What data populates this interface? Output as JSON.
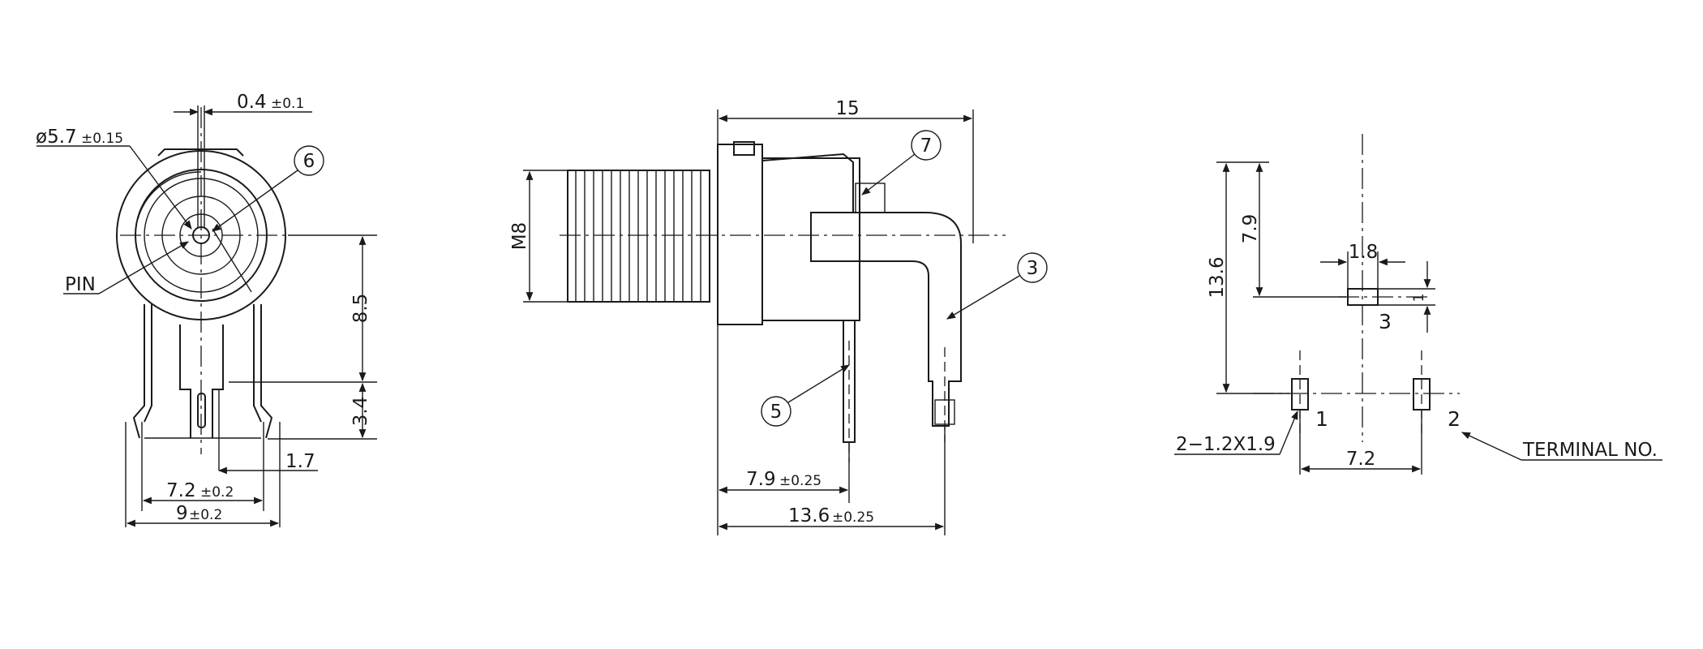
{
  "front_view": {
    "dim_gap": "0.4",
    "dim_gap_tol": "±0.1",
    "dim_diameter": "ø5.7",
    "dim_diameter_tol": "±0.15",
    "callout_6": "6",
    "label_pin": "PIN",
    "dim_height_upper": "8.5",
    "dim_height_lower": "3.4",
    "dim_offset": "1.7",
    "dim_pin_spacing": "7.2",
    "dim_pin_spacing_tol": "±0.2",
    "dim_width": "9",
    "dim_width_tol": "±0.2"
  },
  "side_view": {
    "dim_length": "15",
    "callout_7": "7",
    "dim_thread": "M8",
    "callout_3": "3",
    "callout_5": "5",
    "dim_lug_offset": "7.9",
    "dim_lug_offset_tol": "±0.25",
    "dim_total": "13.6",
    "dim_total_tol": "±0.25"
  },
  "pcb_layout": {
    "dim_height_total": "13.6",
    "dim_height_pad3": "7.9",
    "dim_pad3_width": "1.8",
    "dim_pad3_height": "1",
    "label_pad3": "3",
    "label_pad1": "1",
    "label_pad2": "2",
    "dim_pad_size": "2−1.2X1.9",
    "dim_pad_spacing": "7.2",
    "label_terminal": "TERMINAL NO."
  }
}
